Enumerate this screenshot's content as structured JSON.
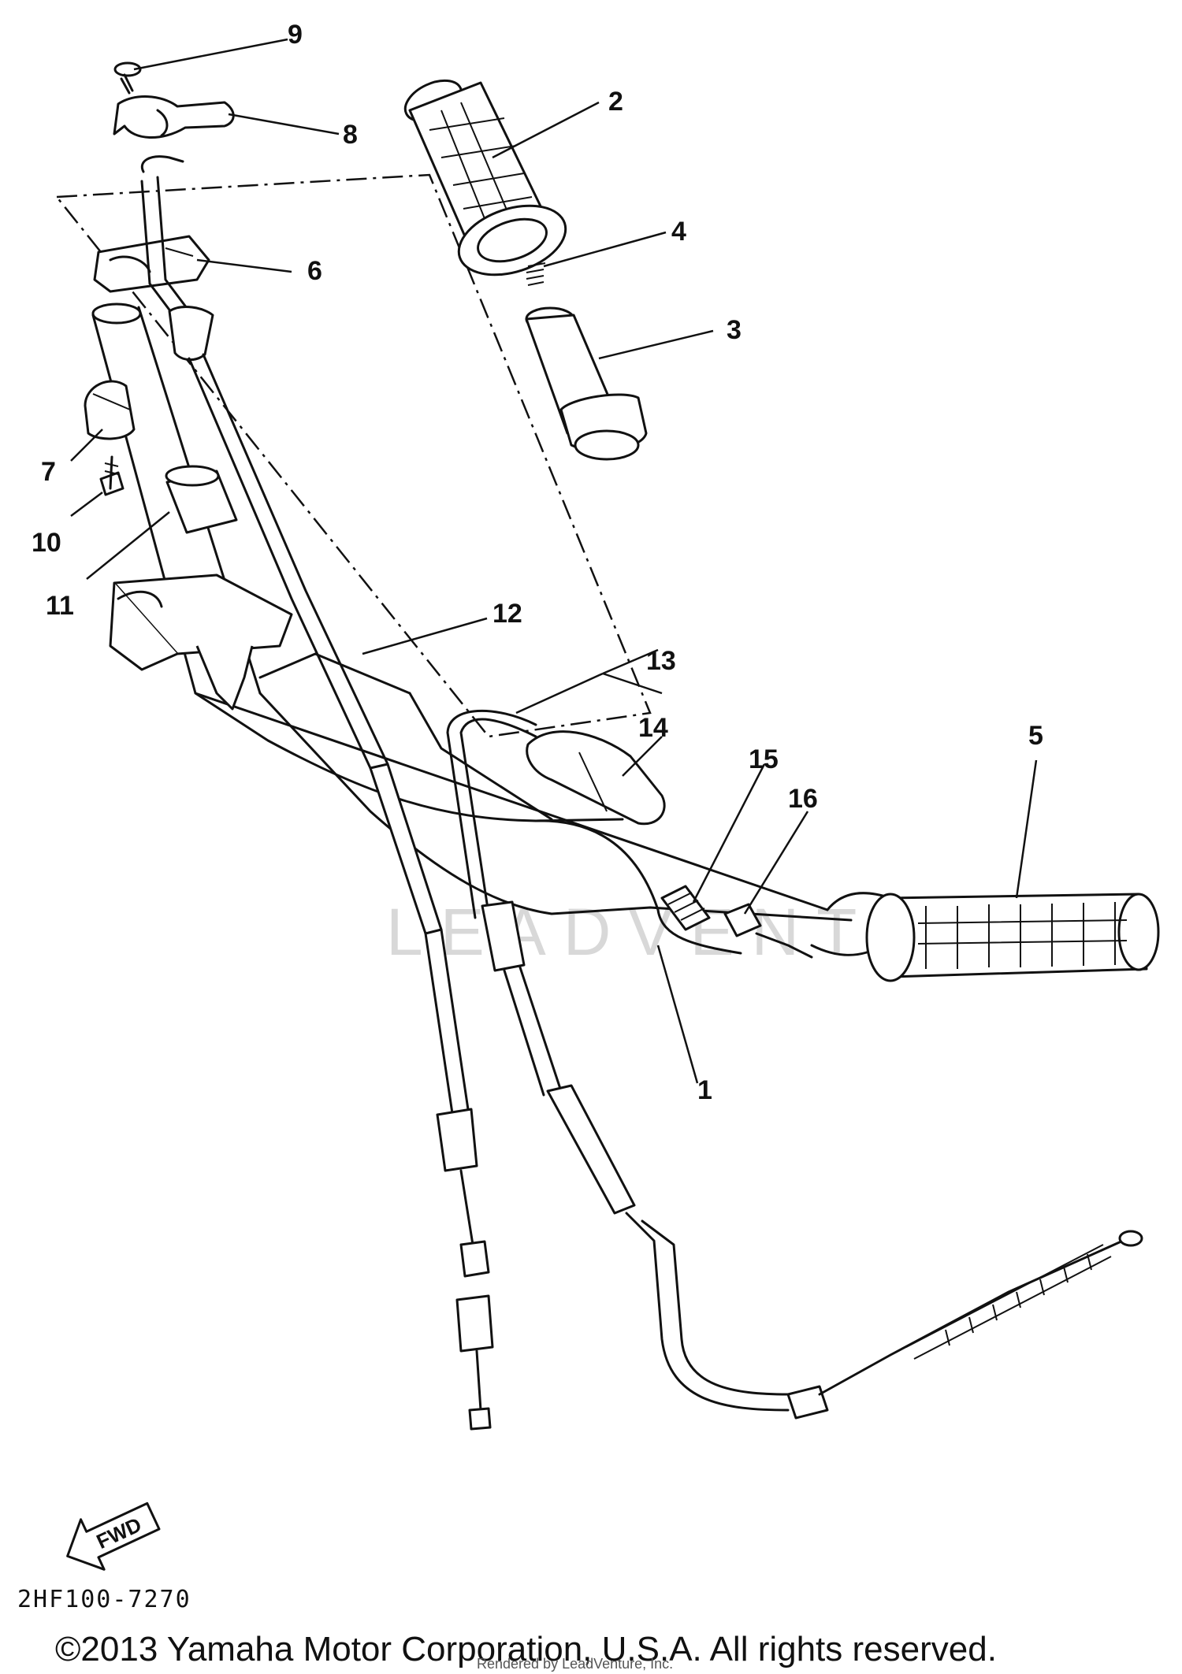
{
  "diagram": {
    "callouts": [
      "1",
      "2",
      "3",
      "4",
      "5",
      "6",
      "7",
      "8",
      "9",
      "10",
      "11",
      "12",
      "13",
      "14",
      "15",
      "16"
    ],
    "part_code": "2HF100-7270",
    "fwd_label": "FWD",
    "watermark": "LEADVENTURE",
    "copyright": "©2013 Yamaha Motor Corporation, U.S.A. All rights reserved.",
    "rendered_by": "Rendered by LeadVenture, Inc."
  }
}
